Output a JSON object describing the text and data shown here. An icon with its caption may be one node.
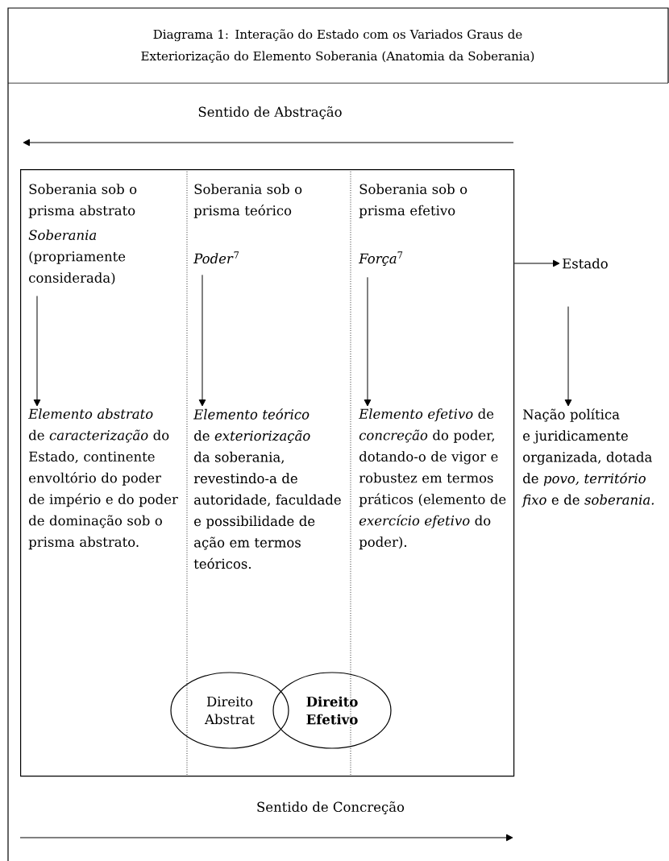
{
  "diagram": {
    "title": "Diagrama 1: Interação do Estado com os Variados Graus de Exteriorização do Elemento Soberania (Anatomia da Soberania)",
    "nodes": [
      {
        "text": [],
        "shape": "box"
      },
      {
        "text": [
          "Soberania sob o prisma abstrato"
        ],
        "in": 0
      },
      {
        "text": [
          "Soberania sob o prisma teórico"
        ],
        "in": 0
      },
      {
        "text": [
          "Soberania sob o prisma efetivo"
        ],
        "in": 0
      },
      {
        "text": [
          "*Soberania* (propriamente considerada)"
        ],
        "in": 0
      },
      {
        "text": [
          "*Poder*$^{7}$"
        ],
        "in": 0
      },
      {
        "text": [
          "*Força*$^{7}$"
        ],
        "in": 0
      },
      {
        "text": [
          "*Elemento abstrato* de *caracterização* do Estado, continente envoltório do poder de império e do poder de dominação sob o prisma abstrato."
        ],
        "in": 0
      },
      {
        "text": [
          "*Elemento teórico* de *exteriorização* da soberania, revestindo-a de autoridade, faculdade e possibilidade de ação em termos teóricos."
        ],
        "in": 0
      },
      {
        "text": [
          "*Elemento efetivo* de *concreção* do poder, dotando-o de vigor e robustez em termos práticos (elemento de *exercício efetivo* do poder)."
        ],
        "in": 0
      },
      {
        "text": [
          "Direito Abstrat"
        ],
        "in": 0
      },
      {
        "text": [
          "Direito Efetivo"
        ],
        "in": 0
      },
      {
        "text": [
          "Estado"
        ]
      },
      {
        "text": [
          "Nação política e juridicamente organizada, dotada de *povo, território fixo* e de *soberania.*"
        ]
      }
    ],
    "edges": [
      {
        "from": 4,
        "to": 7,
        "arrow": "to"
      },
      {
        "from": 5,
        "to": 8,
        "arrow": "to"
      },
      {
        "from": 6,
        "to": 9,
        "arrow": "to"
      },
      {
        "from": 0,
        "to": 12,
        "arrow": "to"
      },
      {
        "from": 12,
        "to": 13,
        "arrow": "to"
      }
    ],
    "labels": [
      "Sentido de Abstração",
      "Sentido de Concreção"
    ]
  }
}
